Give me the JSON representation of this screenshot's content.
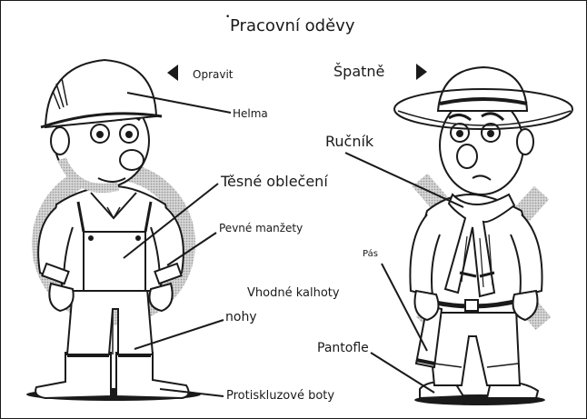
{
  "title": "Pracovní oděvy",
  "correct": {
    "label": "Opravit",
    "icon": "triangle-left-icon"
  },
  "wrong": {
    "label": "Špatně",
    "icon": "triangle-right-icon"
  },
  "labels": {
    "helmet": "Helma",
    "towel": "Ručník",
    "tight_clothing": "Těsné oblečení",
    "cuffs": "Pevné manžety",
    "belt": "Pás",
    "pants": "Vhodné kalhoty",
    "legs": "nohy",
    "slippers": "Pantofle",
    "boots": "Protiskluzové boty"
  },
  "colors": {
    "ink": "#1a1a1a",
    "halftone": "#bdbdbd",
    "background": "#ffffff"
  }
}
